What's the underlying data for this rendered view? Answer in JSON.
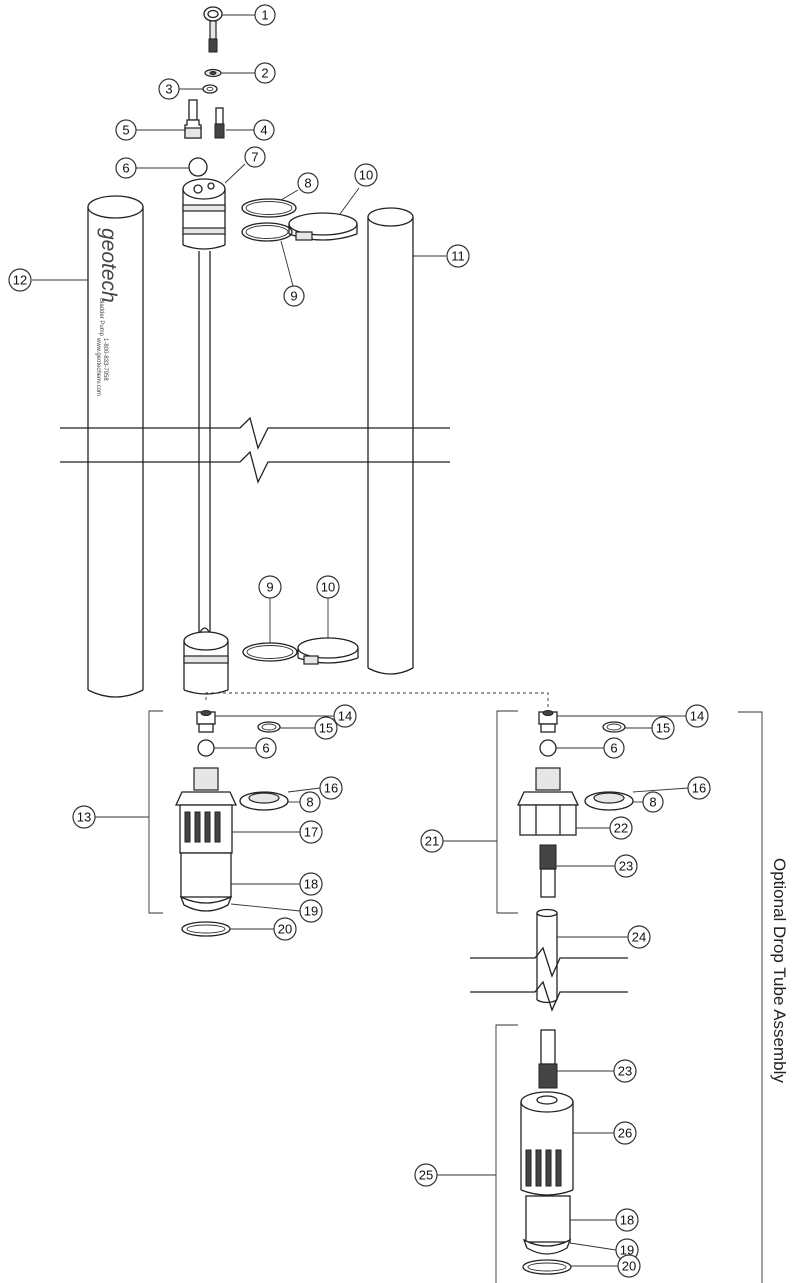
{
  "diagram": {
    "brand_text": "geotech",
    "brand_sub": "Bladder Pump",
    "brand_phone": "1-800-833-7958",
    "brand_web": "www.geotechenv.com",
    "side_label": "Optional Drop Tube Assembly",
    "callouts": [
      "1",
      "2",
      "3",
      "4",
      "5",
      "6",
      "7",
      "8",
      "9",
      "10",
      "11",
      "12",
      "13",
      "14",
      "15",
      "6",
      "16",
      "8",
      "17",
      "18",
      "19",
      "20",
      "21",
      "14",
      "15",
      "6",
      "16",
      "8",
      "22",
      "23",
      "24",
      "23",
      "25",
      "26",
      "18",
      "19",
      "20",
      "9",
      "10"
    ]
  }
}
